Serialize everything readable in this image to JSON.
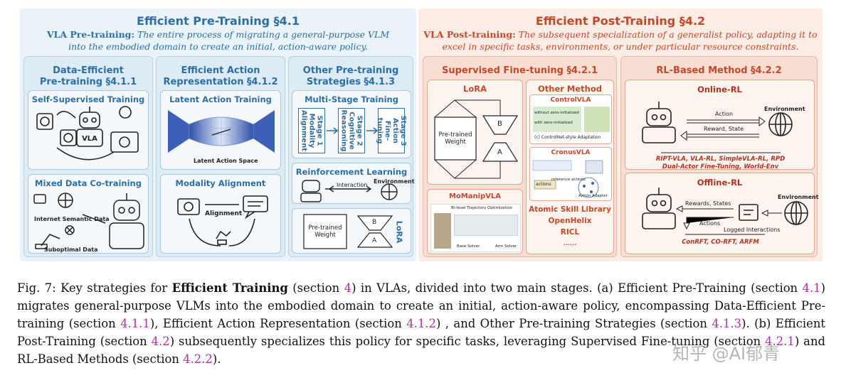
{
  "left": {
    "title": "Efficient Pre-Training §4.1",
    "subtitle_label": "VLA Pre-training:",
    "subtitle_text1": "The entire process of migrating a general-purpose VLM",
    "subtitle_text2": "into the embodied domain to create an initial, action-aware policy.",
    "col1": {
      "title1": "Data-Efficient",
      "title2": "Pre-training §4.1.1",
      "card1_title": "Self-Supervised Training",
      "card1_vla": "VLA",
      "card2_title": "Mixed Data Co-training",
      "card2_label1": "Internet Semantic Data",
      "card2_label2": "Suboptimal Data"
    },
    "col2": {
      "title1": "Efficient Action",
      "title2": "Representation §4.1.2",
      "card1_title": "Latent Action Training",
      "card1_caption": "Latent Action Space",
      "card2_title": "Modality Alignment",
      "card2_label": "Alignment"
    },
    "col3": {
      "title1": "Other Pre-training",
      "title2": "Strategies §4.1.3",
      "card1_title": "Multi-Stage Training",
      "stage1": "Stage 1 Modality Alignment",
      "stage2": "Stage 2 Cognitive Reasoning",
      "stage3": "Stage 3 Action Fine-tuning",
      "card2_title": "Reinforcement Learning",
      "card2_interaction": "Interaction",
      "card2_env": "Environment",
      "card3_weight": "Pre-trained Weight",
      "card3_b": "B",
      "card3_a": "A",
      "card3_lora": "LoRA"
    }
  },
  "right": {
    "title": "Efficient Post-Training §4.2",
    "subtitle_label": "VLA Post-training:",
    "subtitle_text1": "The subsequent specialization of a generalist policy, adapting it to",
    "subtitle_text2": "excel in specific tasks, environments, or under particular resource constraints.",
    "sft": {
      "title": "Supervised Fine-tuning §4.2.1",
      "lora_title": "LoRA",
      "lora_weight": "Pre-trained Weight",
      "lora_b": "B",
      "lora_a": "A",
      "other_title": "Other Method",
      "controlvla": "ControlVLA",
      "controlvla_caption": "(c) ControlNet-style Adaptation",
      "controlvla_l1": "without zero-initialized",
      "controlvla_l2": "with zero-initialized",
      "cronusvla": "CronusVLA",
      "cronus_ref": "reference actions",
      "cronus_actions": "actions",
      "cronus_adapter": "Action Adapter",
      "momanip": "MoManipVLA",
      "momanip_sub": "Bi-level Trajectory Optimization",
      "momanip_base": "Base Solver",
      "momanip_arm": "Arm Solver",
      "list": [
        "Atomic Skill Library",
        "OpenHelix",
        "RICL",
        "......"
      ]
    },
    "rl": {
      "title": "RL-Based Method §4.2.2",
      "online_title": "Online-RL",
      "online_action": "Action",
      "online_env": "Environment",
      "online_reward": "Reward, State",
      "online_methods1": "RIPT-VLA, VLA-RL, SimpleVLA-RL, RPD",
      "online_methods2": "Dual-Actor Fine-Tuning, World-Env",
      "offline_title": "Offline-RL",
      "offline_env": "Environment",
      "offline_rewards": "Rewards, States",
      "offline_actions": "Actions",
      "offline_logged": "Logged Interactions",
      "offline_methods": "ConRFT, CO-RFT, ARFM"
    }
  },
  "caption": {
    "p1": "Fig. 7: Key strategies for ",
    "bold": "Efficient Training",
    "p2": " (section ",
    "r1": "4",
    "p3": ") in VLAs, divided into two main stages. (a) Efficient Pre-Training (section ",
    "r2": "4.1",
    "p4": ") migrates general-purpose VLMs into the embodied domain to create an initial, action-aware policy, encompassing Data-Efficient Pre-training (section ",
    "r3": "4.1.1",
    "p5": "), Efficient Action Representation (section ",
    "r4": "4.1.2",
    "p6": ") , and Other Pre-training Strategies (section ",
    "r5": "4.1.3",
    "p7": "). (b) Efficient Post-Training (section ",
    "r6": "4.2",
    "p8": ") subsequently specializes this policy for specific tasks, leveraging Supervised Fine-tuning (section ",
    "r7": "4.2.1",
    "p9": ") and RL-Based Methods (section ",
    "r8": "4.2.2",
    "p10": ")."
  },
  "watermark": "知乎 @AI郁青"
}
